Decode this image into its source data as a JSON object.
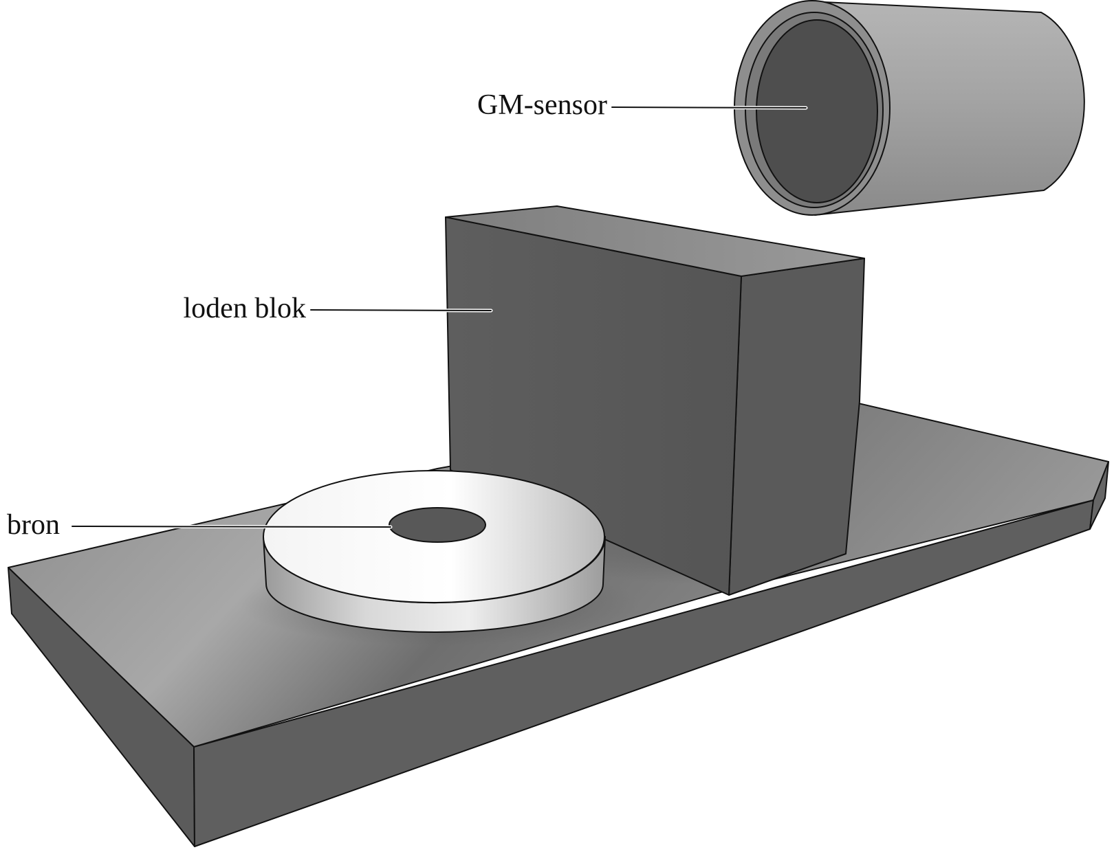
{
  "labels": {
    "gm_sensor": "GM-sensor",
    "lead_block": "loden blok",
    "source": "bron"
  },
  "colors": {
    "base_top": "#8f8f8f",
    "base_side_dark": "#5a5a5a",
    "block_dark": "#5c5c5c",
    "block_top": "#8a8a8a",
    "disc_top": "#f2f2f2",
    "tube_outer": "#9a9a9a",
    "tube_inner": "#505050"
  }
}
